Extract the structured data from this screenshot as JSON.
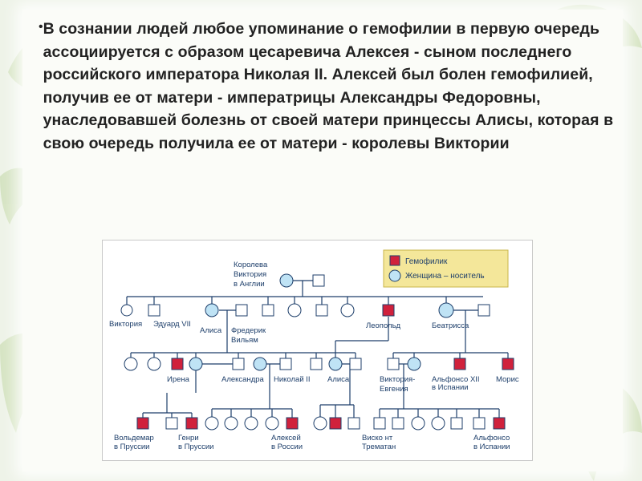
{
  "slide": {
    "bullet": "•",
    "paragraph": "В сознании людей любое упоминание о гемофилии в первую очередь ассоциируется с образом цесаревича Алексея - сыном последнего российского императора Николая II. Алексей был болен гемофилией, получив ее от матери - императрицы Александры Федоровны, унаследовавшей болезнь от своей матери принцессы Алисы, которая в свою очередь получила ее от матери - королевы Виктории"
  },
  "legend": {
    "hemophiliac": "Гемофилик",
    "carrier": "Женщина – носитель"
  },
  "labels": {
    "victoria_queen_1": "Королева",
    "victoria_queen_2": "Виктория",
    "victoria_queen_3": "в Англии",
    "victoria": "Виктория",
    "edward": "Эдуард VII",
    "alice": "Алиса",
    "frederick_1": "Фредерик",
    "frederick_2": "Вильям",
    "leopold": "Леопольд",
    "beatrice": "Беатрисса",
    "irene": "Ирена",
    "alexandra": "Александра",
    "nicholas": "Николай II",
    "alice2": "Алиса",
    "victoria_eugenie_1": "Виктория-",
    "victoria_eugenie_2": "Евгения",
    "alfonso12_1": "Альфонсо XII",
    "alfonso12_2": "в Испании",
    "maurice": "Морис",
    "waldemar_1": "Вольдемар",
    "waldemar_2": "в Пруссии",
    "henry_1": "Генри",
    "henry_2": "в Пруссии",
    "alexei_1": "Алексей",
    "alexei_2": "в России",
    "viscount_1": "Виско нт",
    "viscount_2": "Трематан",
    "alfonso_1": "Альфонсо",
    "alfonso_2": "в Испании"
  },
  "colors": {
    "affected": "#d0213c",
    "carrier": "#bfe3f5",
    "line": "#1d3e6a",
    "legend_bg": "#f4e79a"
  }
}
